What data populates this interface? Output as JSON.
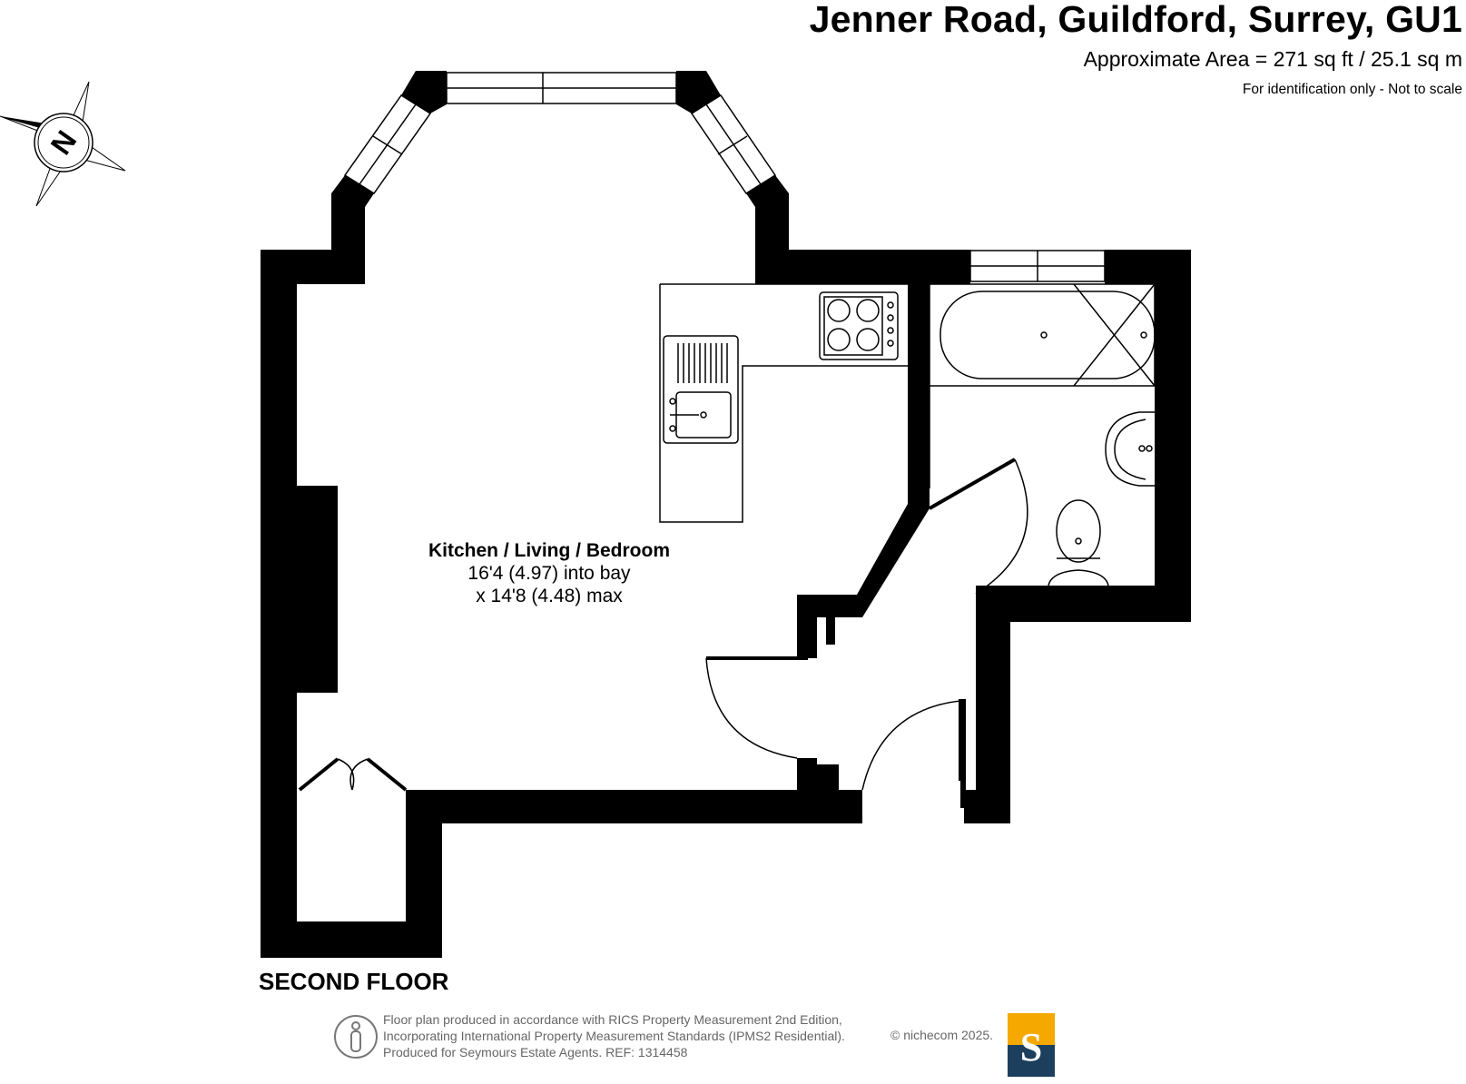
{
  "header": {
    "title": "Jenner Road, Guildford, Surrey, GU1",
    "area": "Approximate Area = 271 sq ft / 25.1 sq m",
    "note": "For identification only - Not to scale"
  },
  "compass": {
    "letter": "N",
    "icon": "north-arrow-icon"
  },
  "floor_label": "SECOND FLOOR",
  "room": {
    "name": "Kitchen / Living / Bedroom",
    "dim1": "16'4 (4.97) into bay",
    "dim2": "x 14'8 (4.48) max"
  },
  "footer": {
    "line1": "Floor plan produced in accordance with RICS Property Measurement 2nd Edition,",
    "line2": "Incorporating International Property Measurement Standards (IPMS2 Residential).",
    "line3": "Produced for Seymours Estate Agents.   REF:  1314458",
    "copyright": "© nichecom 2025.",
    "logo_letter": "S",
    "colors": {
      "logo_top": "#f5a800",
      "logo_bottom": "#1c3f5e"
    }
  }
}
